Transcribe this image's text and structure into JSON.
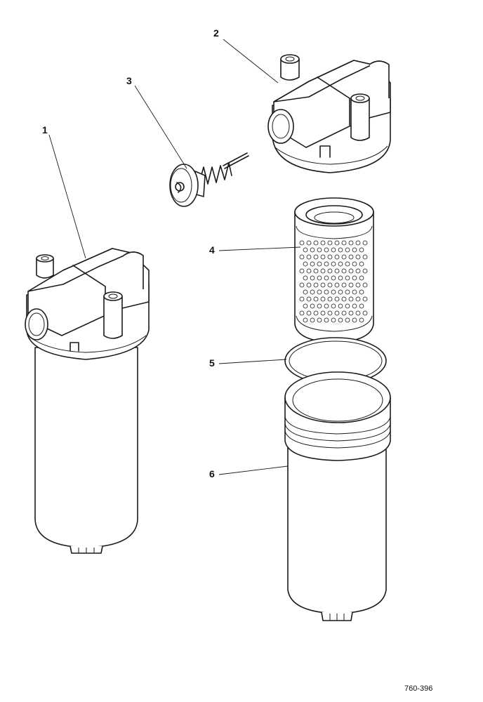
{
  "callouts": {
    "c1": "1",
    "c2": "2",
    "c3": "3",
    "c4": "4",
    "c5": "5",
    "c6": "6"
  },
  "figure_ref": "760-396"
}
